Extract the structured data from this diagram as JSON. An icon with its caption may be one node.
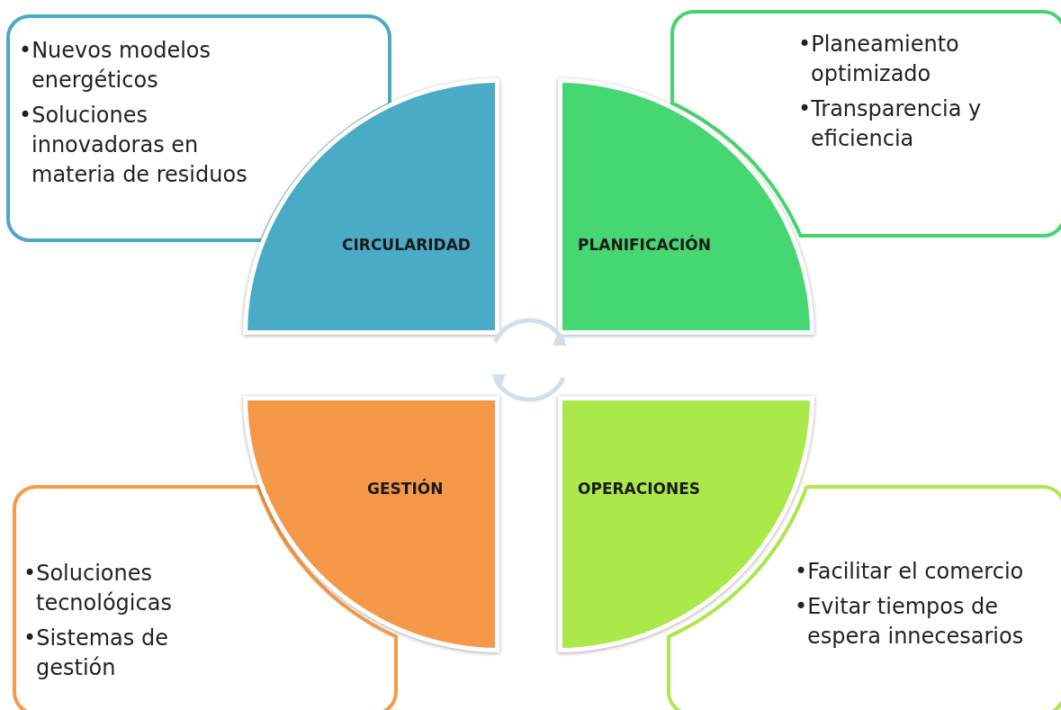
{
  "diagram": {
    "nodes": [
      {
        "text": [
          "•Nuevos modelos energéticos",
          "•Soluciones innovadoras en materia de residuos"
        ]
      },
      {
        "text": [
          "CIRCULARIDAD"
        ]
      },
      {
        "text": [
          "PLANIFICACIÓN"
        ]
      },
      {
        "text": [
          "•Planeamiento optimizado",
          "•Transparencia y eficiencia"
        ]
      },
      {
        "text": [
          "GESTIÓN"
        ]
      },
      {
        "text": [
          "OPERACIONES"
        ]
      },
      {
        "text": [
          "•Soluciones tecnológicas",
          "•Sistemas de gestión"
        ]
      },
      {
        "text": [
          "•Facilitar el comercio",
          "•Evitar tiempos de espera innecesarios"
        ]
      }
    ]
  }
}
